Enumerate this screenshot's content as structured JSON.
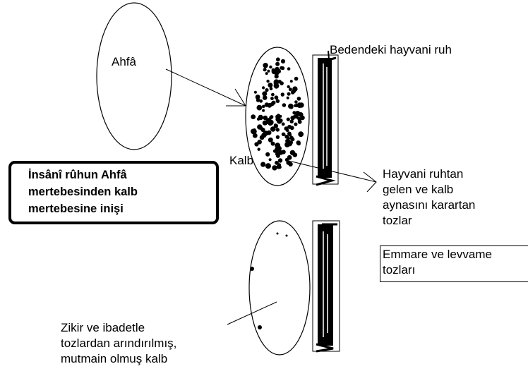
{
  "labels": {
    "ahfa": "Ahfâ",
    "bedendeki": "Bedendeki hayvani ruh",
    "kalb": "Kalb",
    "hayvani_tozlar": [
      "Hayvani ruhtan",
      "gelen ve kalb",
      "aynasını karartan",
      "tozlar"
    ],
    "emmare": [
      "Emmare ve levvame",
      "tozları"
    ],
    "zikir": [
      "Zikir ve ibadetle",
      "tozlardan arındırılmış,",
      "mutmain olmuş kalb"
    ]
  },
  "title_box": [
    "İnsânî rûhun Ahfâ",
    "mertebesinden kalb",
    "mertebesine inişi"
  ]
}
